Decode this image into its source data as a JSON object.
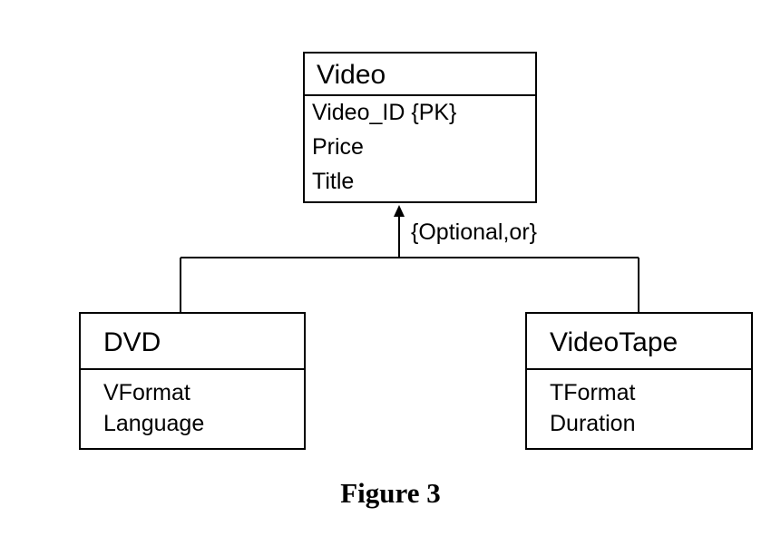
{
  "entities": {
    "video": {
      "name": "Video",
      "attributes": [
        "Video_ID {PK}",
        "Price",
        "Title"
      ]
    },
    "dvd": {
      "name": "DVD",
      "attributes": [
        "VFormat",
        "Language"
      ]
    },
    "videotape": {
      "name": "VideoTape",
      "attributes": [
        "TFormat",
        "Duration"
      ]
    }
  },
  "generalization": {
    "constraint": "{Optional,or}",
    "superclass": "Video",
    "subclasses": [
      "DVD",
      "VideoTape"
    ]
  },
  "caption": "Figure 3",
  "colors": {
    "line": "#000000",
    "background": "#ffffff"
  }
}
